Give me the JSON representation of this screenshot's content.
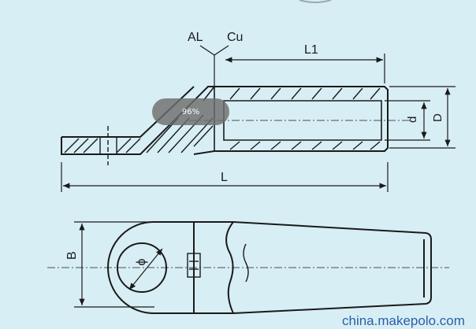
{
  "labels": {
    "al": "AL",
    "cu": "Cu",
    "l1": "L1",
    "d_small": "d",
    "d_large": "D",
    "l": "L",
    "b": "B",
    "phi": "ϕ"
  },
  "zoom_indicator": "96%",
  "watermark": "china.makepolo.com",
  "colors": {
    "background": "#d8eef5",
    "line": "#1a1a1a",
    "watermark": "#2a5fa8"
  }
}
